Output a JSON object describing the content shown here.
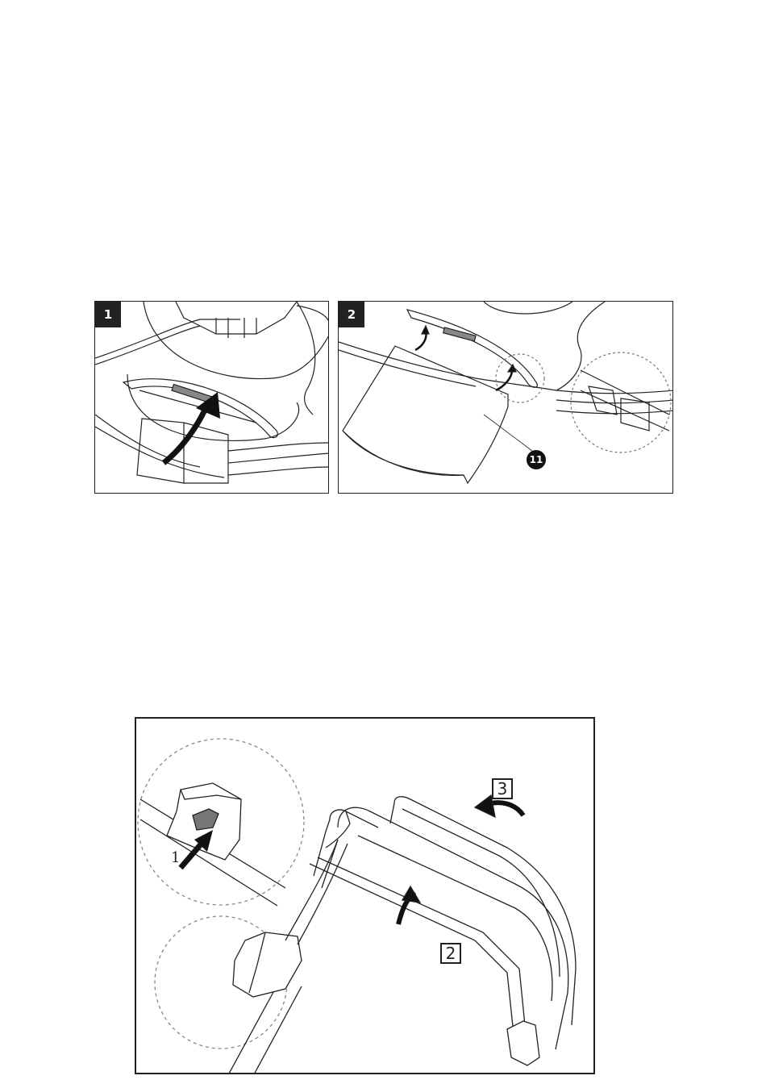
{
  "figure_top": {
    "panels": [
      {
        "step": "1"
      },
      {
        "step": "2",
        "callout": "11"
      }
    ]
  },
  "figure_bottom": {
    "labels": {
      "step1": "1",
      "step2": "2",
      "step3": "3"
    }
  }
}
